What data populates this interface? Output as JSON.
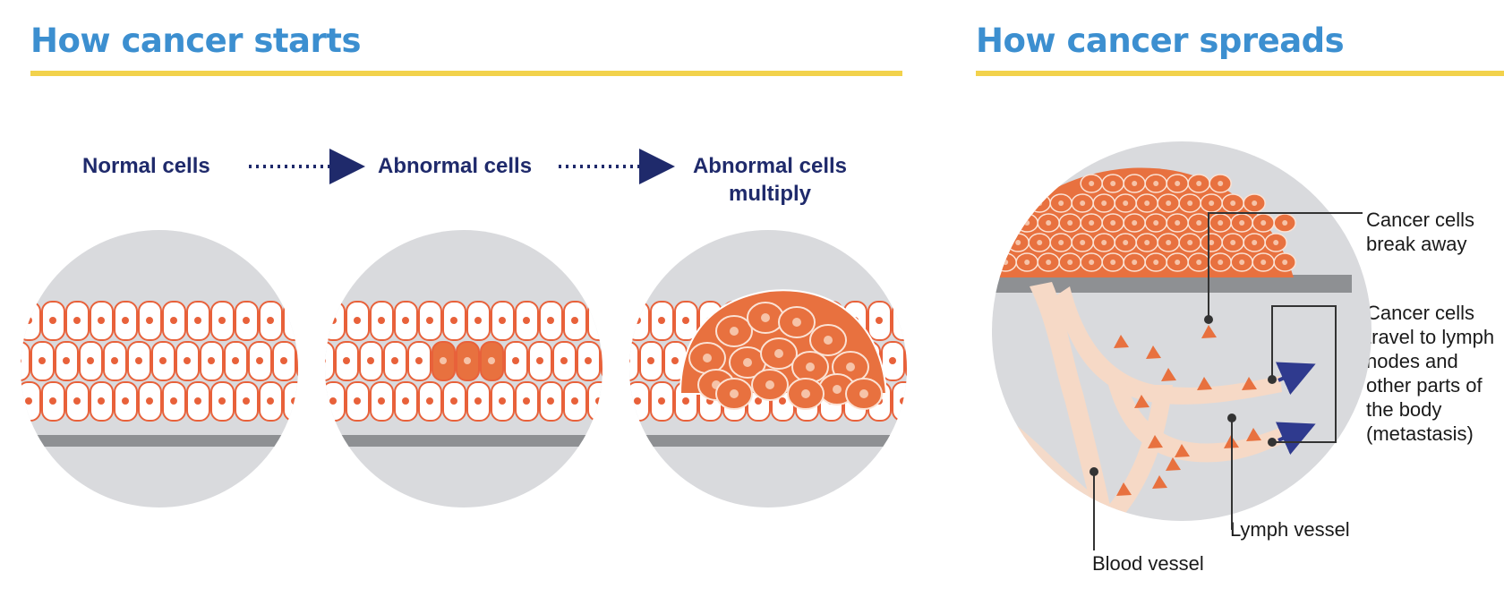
{
  "sections": {
    "starts": {
      "title": "How cancer starts"
    },
    "spreads": {
      "title": "How cancer spreads"
    }
  },
  "stages": [
    {
      "label": "Normal cells"
    },
    {
      "label": "Abnormal cells"
    },
    {
      "label": "Abnormal cells multiply"
    }
  ],
  "callouts": {
    "break_away": "Cancer cells break away",
    "travel": "Cancer cells travel to lymph nodes and other parts of the body (metastasis)",
    "lymph_vessel": "Lymph vessel",
    "blood_vessel": "Blood vessel"
  },
  "colors": {
    "title": "#3c8fd0",
    "rule": "#f2d24c",
    "stage_label": "#1f2a6b",
    "cell_outline": "#e8613a",
    "cancer_cell": "#e8713f",
    "background_circle": "#d9dadd",
    "membrane": "#8e9093",
    "vessel": "#f6d9c6",
    "arrow": "#2f3a8e"
  }
}
